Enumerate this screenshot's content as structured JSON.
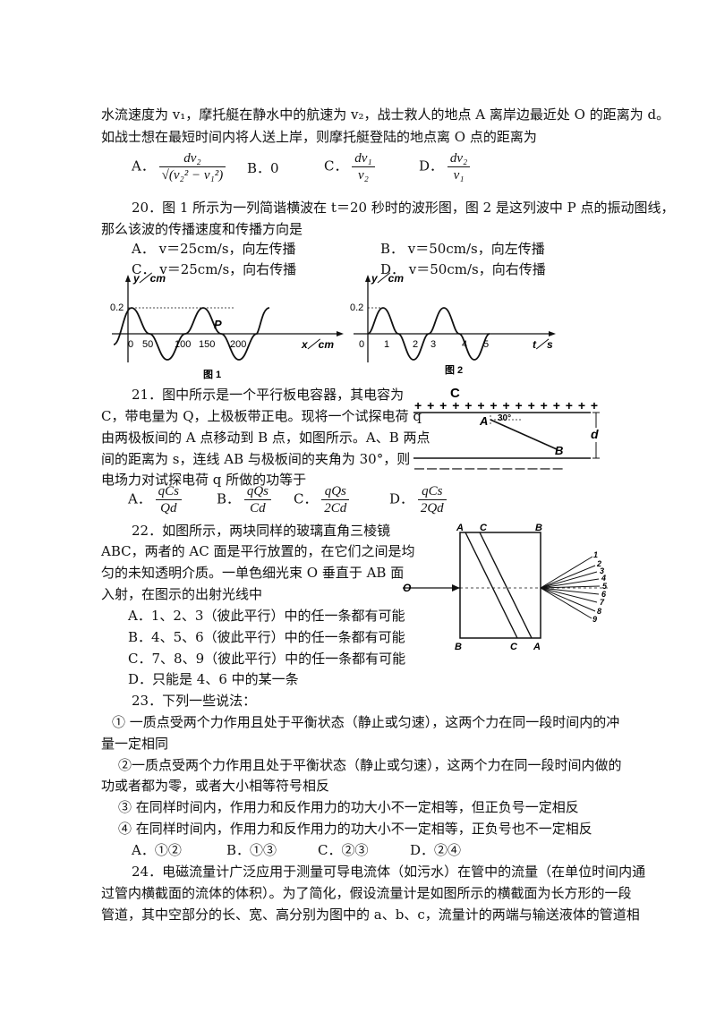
{
  "q19": {
    "line1": "水流速度为 v₁，摩托艇在静水中的航速为 v₂，战士救人的地点 A 离岸边最近处 O 的距离为 d。",
    "line2": "如战士想在最短时间内将人送上岸，则摩托艇登陆的地点离 O 点的距离为",
    "optA_label": "A．",
    "optA_num": "dv₂",
    "optA_den": "√(v₂² − v₁²)",
    "optB": "B．0",
    "optC_label": "C．",
    "optC_num": "dv₁",
    "optC_den": "v₂",
    "optD_label": "D．",
    "optD_num": "dv₂",
    "optD_den": "v₁"
  },
  "q20": {
    "line1": "20．图 1 所示为一列简谐横波在 t＝20 秒时的波形图，图 2 是这列波中 P 点的振动图线，",
    "line2": "那么该波的传播速度和传播方向是",
    "optA": "A． v＝25cm/s，向左传播",
    "optB": "B． v＝50cm/s，向左传播",
    "optC": "C． v＝25cm/s，向右传播",
    "optD": "D． v＝50cm/s，向右传播",
    "fig1": {
      "ylabel": "y／cm",
      "xlabel": "x／cm",
      "amp": "0.2",
      "origin": "0",
      "ticks": [
        "50",
        "100",
        "150",
        "200"
      ],
      "point": "P",
      "caption": "图 1"
    },
    "fig2": {
      "ylabel": "y／cm",
      "xlabel": "t／s",
      "amp": "0.2",
      "origin": "0",
      "ticks": [
        "1",
        "2",
        "3",
        "4",
        "5"
      ],
      "caption": "图 2"
    }
  },
  "q21": {
    "lines": [
      "21．图中所示是一个平行板电容器，其电容为",
      "C，带电量为 Q，上极板带正电。现将一个试探电荷 q",
      "由两极板间的 A 点移动到 B 点，如图所示。A、B 两点",
      "间的距离为 s，连线 AB 与极板间的夹角为 30°，则",
      "电场力对试探电荷 q 所做的功等于"
    ],
    "optA_label": "A．",
    "optA_num": "qCs",
    "optA_den": "Qd",
    "optB_label": "B．",
    "optB_num": "qQs",
    "optB_den": "Cd",
    "optC_label": "C．",
    "optC_num": "qQs",
    "optC_den": "2Cd",
    "optD_label": "D．",
    "optD_num": "qCs",
    "optD_den": "2Qd",
    "fig": {
      "C": "C",
      "plus": "+ + + + + + + + + + + + + + +",
      "minus": "— — — — — — — — — — — —",
      "A": "A",
      "B": "B",
      "angle": "30°",
      "d": "d"
    }
  },
  "q22": {
    "lines": [
      "22．如图所示，两块同样的玻璃直角三棱镜",
      "ABC，两者的 AC 面是平行放置的，在它们之间是均",
      "匀的未知透明介质。一单色细光束 O 垂直于 AB 面",
      "入射，在图示的出射光线中"
    ],
    "optA": "A．1、2、3（彼此平行）中的任一条都有可能",
    "optB": "B．4、5、6（彼此平行）中的任一条都有可能",
    "optC": "C．7、8、9（彼此平行）中的任一条都有可能",
    "optD": "D．只能是 4、6 中的某一条",
    "fig": {
      "A1": "A",
      "C1": "C",
      "B1": "B",
      "B2": "B",
      "C2": "C",
      "A2": "A",
      "O": "O",
      "rays": [
        "1",
        "2",
        "3",
        "4",
        "5",
        "6",
        "7",
        "8",
        "9"
      ]
    }
  },
  "q23": {
    "title": "23．下列一些说法：",
    "s1a": "① 一质点受两个力作用且处于平衡状态（静止或匀速），这两个力在同一段时间内的冲",
    "s1b": "量一定相同",
    "s2a": "②一质点受两个力作用且处于平衡状态（静止或匀速），这两个力在同一段时间内做的",
    "s2b": "功或者都为零，或者大小相等符号相反",
    "s3": "③ 在同样时间内，作用力和反作用力的功大小不一定相等，但正负号一定相反",
    "s4": "④ 在同样时间内，作用力和反作用力的功大小不一定相等，正负号也不一定相反",
    "optA": "A．①②",
    "optB": "B．①③",
    "optC": "C．②③",
    "optD": "D．②④"
  },
  "q24": {
    "line1": "24．电磁流量计广泛应用于测量可导电流体（如污水）在管中的流量（在单位时间内通",
    "line2": "过管内横截面的流体的体积）。为了简化，假设流量计是如图所示的横截面为长方形的一段",
    "line3": "管道，其中空部分的长、宽、高分别为图中的 a、b、c，流量计的两端与输送液体的管道相"
  }
}
